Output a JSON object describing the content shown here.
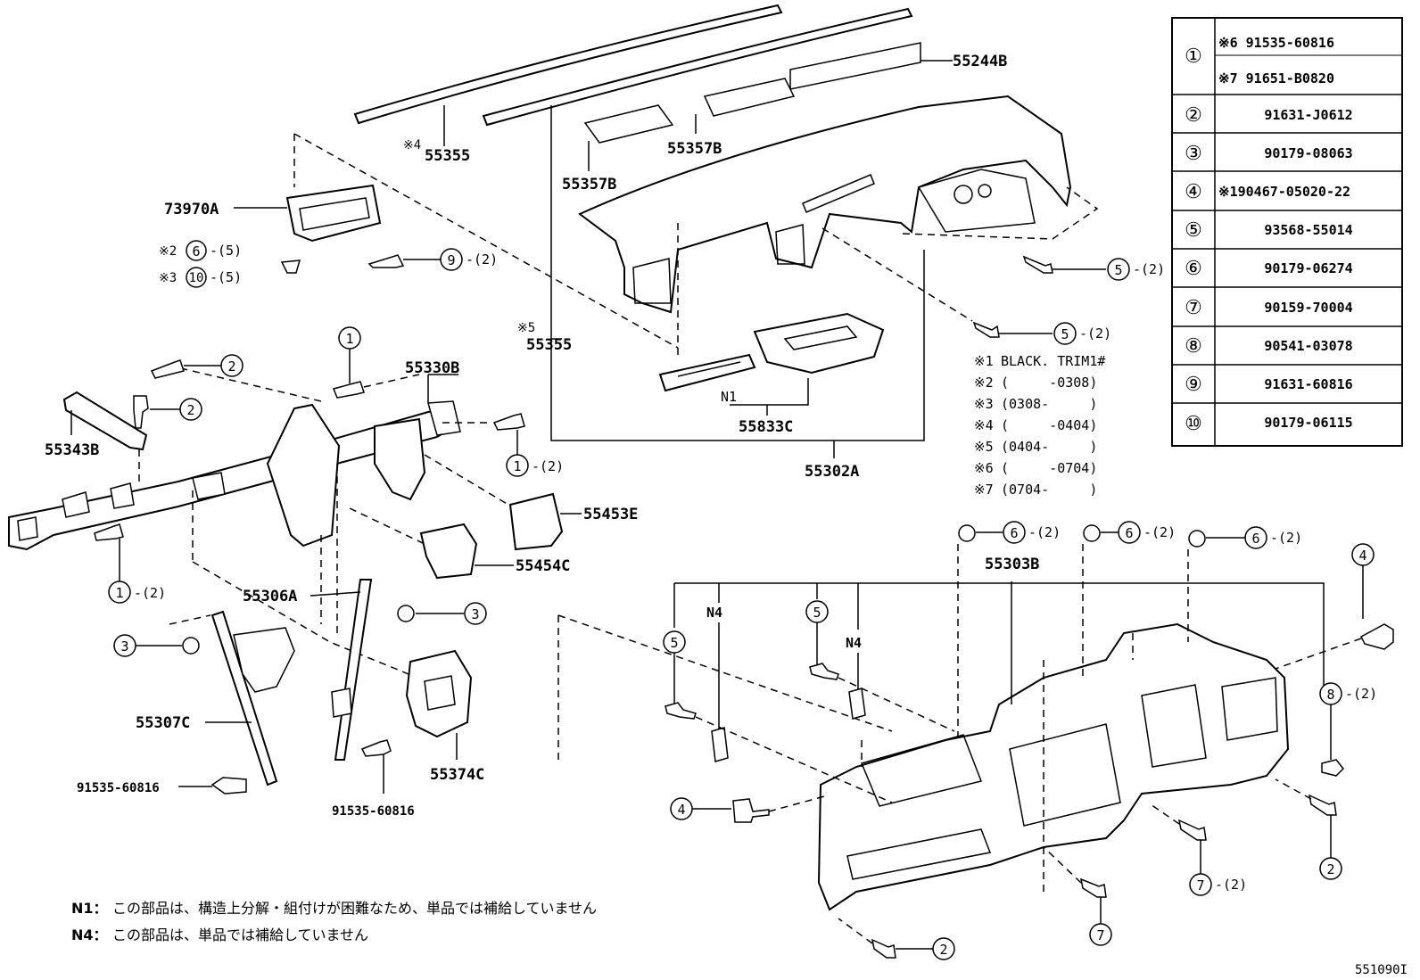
{
  "parts": {
    "p55355_top": "55355",
    "p55355_top_note": "※4",
    "p55355_mid": "55355",
    "p55355_mid_note": "※5",
    "p55244B": "55244B",
    "p55357B_a": "55357B",
    "p55357B_b": "55357B",
    "p73970A": "73970A",
    "p55330B": "55330B",
    "p55343B": "55343B",
    "p55453E": "55453E",
    "p55454C": "55454C",
    "p55833C": "55833C",
    "p55302A": "55302A",
    "p55306A": "55306A",
    "p55307C": "55307C",
    "p55374C": "55374C",
    "p55303B": "55303B",
    "bolt_left": "91535-60816",
    "bolt_mid": "91535-60816",
    "n1": "N1",
    "n4_a": "N4",
    "n4_b": "N4"
  },
  "callouts": {
    "c6_note": "※2",
    "c10_note": "※3",
    "qty5": "-(5)",
    "qty2": "-(2)"
  },
  "notes": [
    {
      "mark": "※1",
      "text": "BLACK. TRIM1#"
    },
    {
      "mark": "※2",
      "text": "(     -0308)"
    },
    {
      "mark": "※3",
      "text": "(0308-     )"
    },
    {
      "mark": "※4",
      "text": "(     -0404)"
    },
    {
      "mark": "※5",
      "text": "(0404-     )"
    },
    {
      "mark": "※6",
      "text": "(     -0704)"
    },
    {
      "mark": "※7",
      "text": "(0704-     )"
    }
  ],
  "table": [
    {
      "ref": "①",
      "parts": [
        "※6 91535-60816",
        "※7 91651-B0820"
      ]
    },
    {
      "ref": "②",
      "parts": [
        "91631-J0612"
      ]
    },
    {
      "ref": "③",
      "parts": [
        "90179-08063"
      ]
    },
    {
      "ref": "④",
      "parts": [
        "※190467-05020-22"
      ]
    },
    {
      "ref": "⑤",
      "parts": [
        "93568-55014"
      ]
    },
    {
      "ref": "⑥",
      "parts": [
        "90179-06274"
      ]
    },
    {
      "ref": "⑦",
      "parts": [
        "90159-70004"
      ]
    },
    {
      "ref": "⑧",
      "parts": [
        "90541-03078"
      ]
    },
    {
      "ref": "⑨",
      "parts": [
        "91631-60816"
      ]
    },
    {
      "ref": "⑩",
      "parts": [
        "90179-06115"
      ]
    }
  ],
  "footnotes": {
    "n1_label": "N1：",
    "n1_text": "この部品は、構造上分解・組付けが困難なため、単品では補給していません",
    "n4_label": "N4：",
    "n4_text": "この部品は、単品では補給していません"
  },
  "diagram_id": "551090I"
}
